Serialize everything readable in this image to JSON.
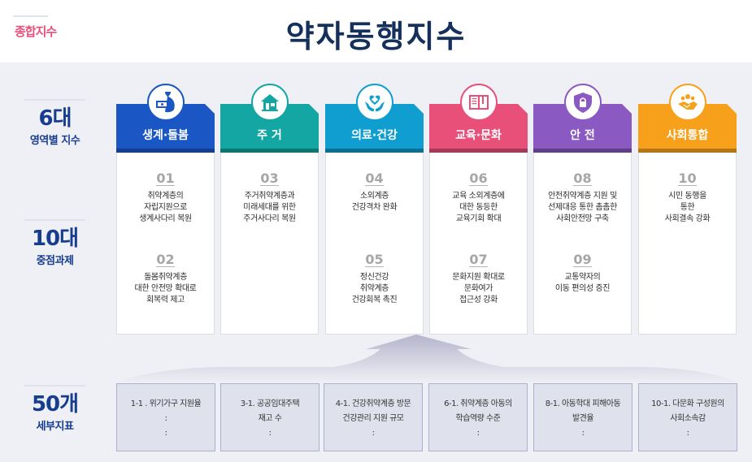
{
  "header": {
    "badge": "종합지수",
    "title": "약자동행지수"
  },
  "side_labels": [
    {
      "big": "6대",
      "small": "영역별 지수"
    },
    {
      "big": "10대",
      "small": "중점과제"
    },
    {
      "big": "50개",
      "small": "세부지표"
    }
  ],
  "domains": [
    {
      "label": "생계·돌봄",
      "icon": "money-bag-icon",
      "color": "#1a56c4",
      "strip": "#143f8e",
      "tasks": [
        {
          "num": "01",
          "text": "취약계층의\n자립지원으로\n생계사다리 복원"
        },
        {
          "num": "02",
          "text": "돌봄취약계층\n대한 안전망 확대로\n회복력 제고"
        }
      ],
      "indicator": "1-1 . 위기가구 지원율\n:\n:"
    },
    {
      "label": "주 거",
      "icon": "house-icon",
      "color": "#13a6a2",
      "strip": "#0f7672",
      "tasks": [
        {
          "num": "03",
          "text": "주거취약계층과\n미래세대를 위한\n주거사다리 복원"
        }
      ],
      "indicator": "3-1. 공공임대주택\n재고 수\n:"
    },
    {
      "label": "의료·건강",
      "icon": "heart-hands-icon",
      "color": "#109ed0",
      "strip": "#0c6f8f",
      "tasks": [
        {
          "num": "04",
          "text": "소외계층\n건강격차 완화"
        },
        {
          "num": "05",
          "text": "정신건강\n취약계층\n건강회복 촉진"
        }
      ],
      "indicator": "4-1. 건강취약계층 방문\n건강관리  지원 규모\n:"
    },
    {
      "label": "교육·문화",
      "icon": "book-icon",
      "color": "#e8507a",
      "strip": "#a33b58",
      "tasks": [
        {
          "num": "06",
          "text": "교육 소외계층에\n대한 동등한\n교육기회 확대"
        },
        {
          "num": "07",
          "text": "문화지원 확대로\n문화여가\n접근성 강화"
        }
      ],
      "indicator": "6-1. 취약계층 아동의\n학습역량 수준\n:"
    },
    {
      "label": "안 전",
      "icon": "shield-lock-icon",
      "color": "#8a59c2",
      "strip": "#5f3f8a",
      "tasks": [
        {
          "num": "08",
          "text": "안전취약계층 지원 및\n선제대응 통한  촘촘한\n사회안전망 구축"
        },
        {
          "num": "09",
          "text": "교통약자의\n이동 편의성 증진"
        }
      ],
      "indicator": "8-1. 아동학대 피해아동\n발견율\n:"
    },
    {
      "label": "사회통합",
      "icon": "handshake-icon",
      "color": "#f7a01c",
      "strip": "#b57416",
      "tasks": [
        {
          "num": "10",
          "text": "시민 동행을\n통한\n사회결속 강화"
        }
      ],
      "indicator": "10-1. 다문화 구성원의\n사회소속감\n:"
    }
  ]
}
